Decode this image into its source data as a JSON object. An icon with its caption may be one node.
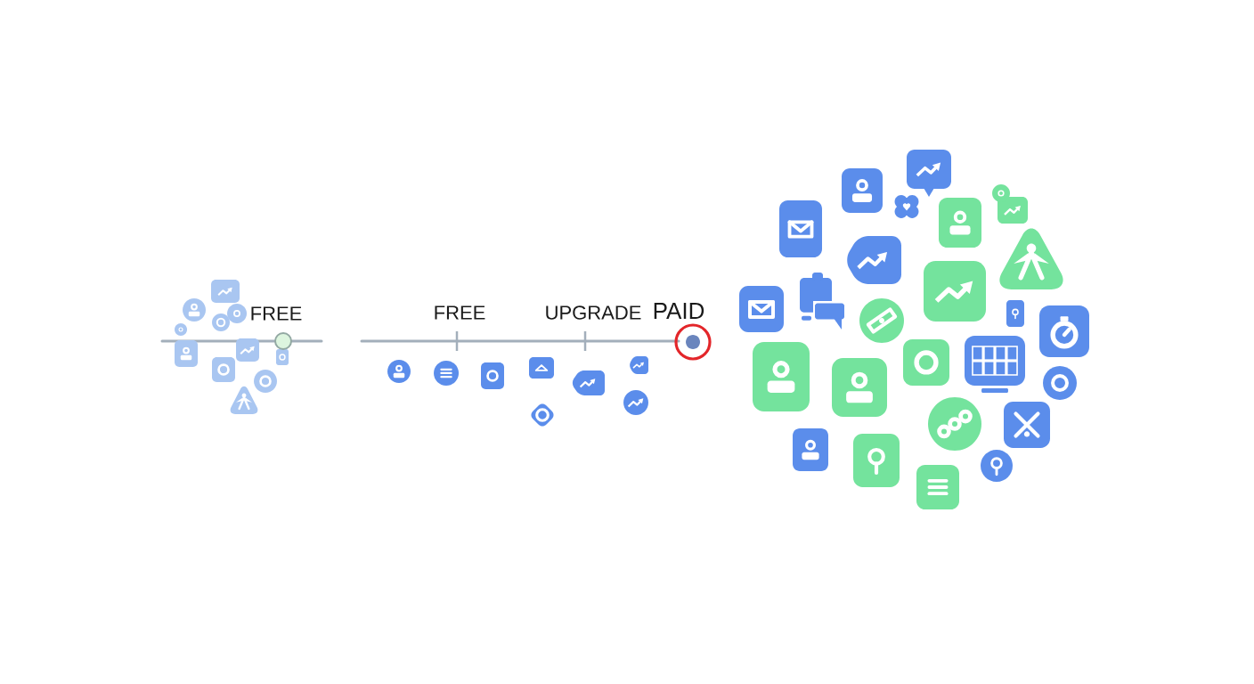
{
  "diagram": {
    "labels": [
      "FREE",
      "FREE",
      "UPGRADE",
      "PAID"
    ]
  }
}
